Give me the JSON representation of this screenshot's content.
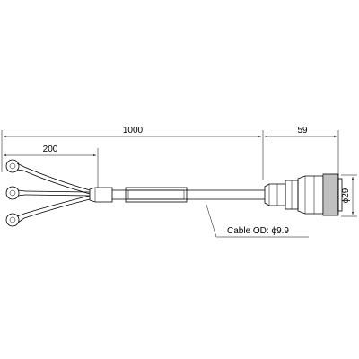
{
  "dimensions": {
    "total_length": "1000",
    "branch_length": "200",
    "connector_length": "59",
    "connector_diameter": "ϕ29"
  },
  "callout": {
    "cable_od": "Cable OD: ϕ9.9"
  },
  "colors": {
    "line": "#000000",
    "background": "#ffffff"
  }
}
